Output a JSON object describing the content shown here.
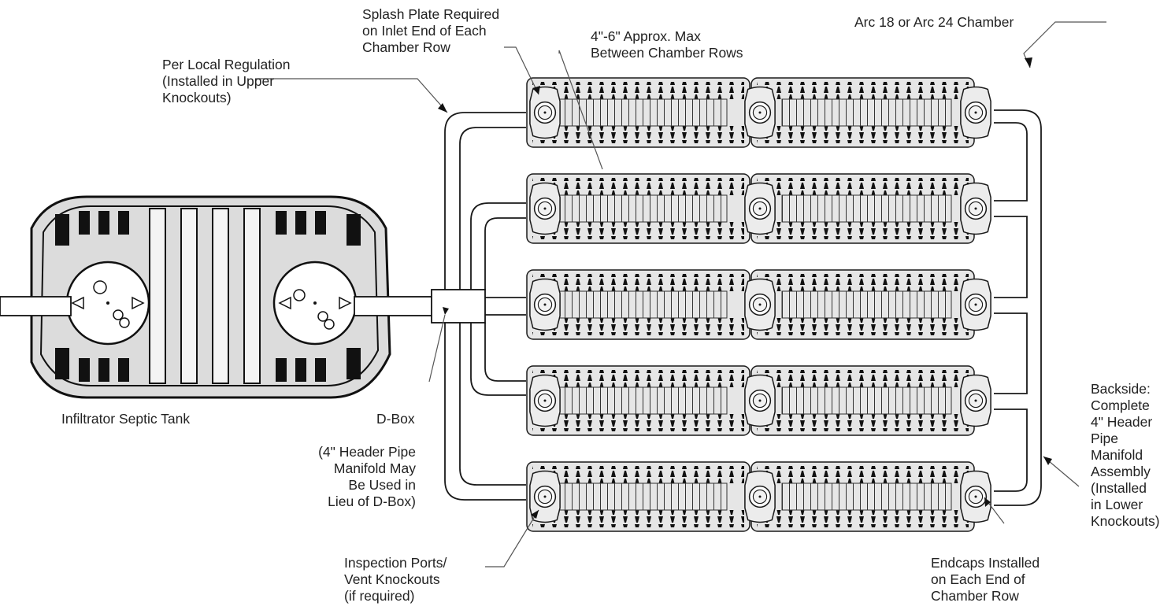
{
  "labels": {
    "splash_plate": "Splash Plate Required\non Inlet End of Each\nChamber Row",
    "spacing": "4\"-6\" Approx. Max\nBetween Chamber Rows",
    "chamber_type": "Arc 18 or Arc 24 Chamber",
    "inlet_pipe": "Per Local Regulation\n(Installed in Upper\nKnockouts)",
    "tank": "Infiltrator Septic Tank",
    "dbox": "D-Box",
    "dbox_note": "(4\" Header Pipe\nManifold May\nBe Used in\nLieu of D-Box)",
    "backside": "Backside:\nComplete\n4\" Header\nPipe\nManifold\nAssembly\n(Installed\nin Lower\nKnockouts)",
    "inspection_ports": "Inspection Ports/\nVent Knockouts\n(if required)",
    "endcaps": "Endcaps Installed\non Each End of\nChamber Row"
  },
  "layout_info": {
    "chamber_rows": 5,
    "chambers_per_row": 2
  },
  "colors": {
    "stroke": "#1a1a1a",
    "chamber_fill": "#e6e6e6",
    "rib_dark": "#111111",
    "background": "#ffffff"
  }
}
